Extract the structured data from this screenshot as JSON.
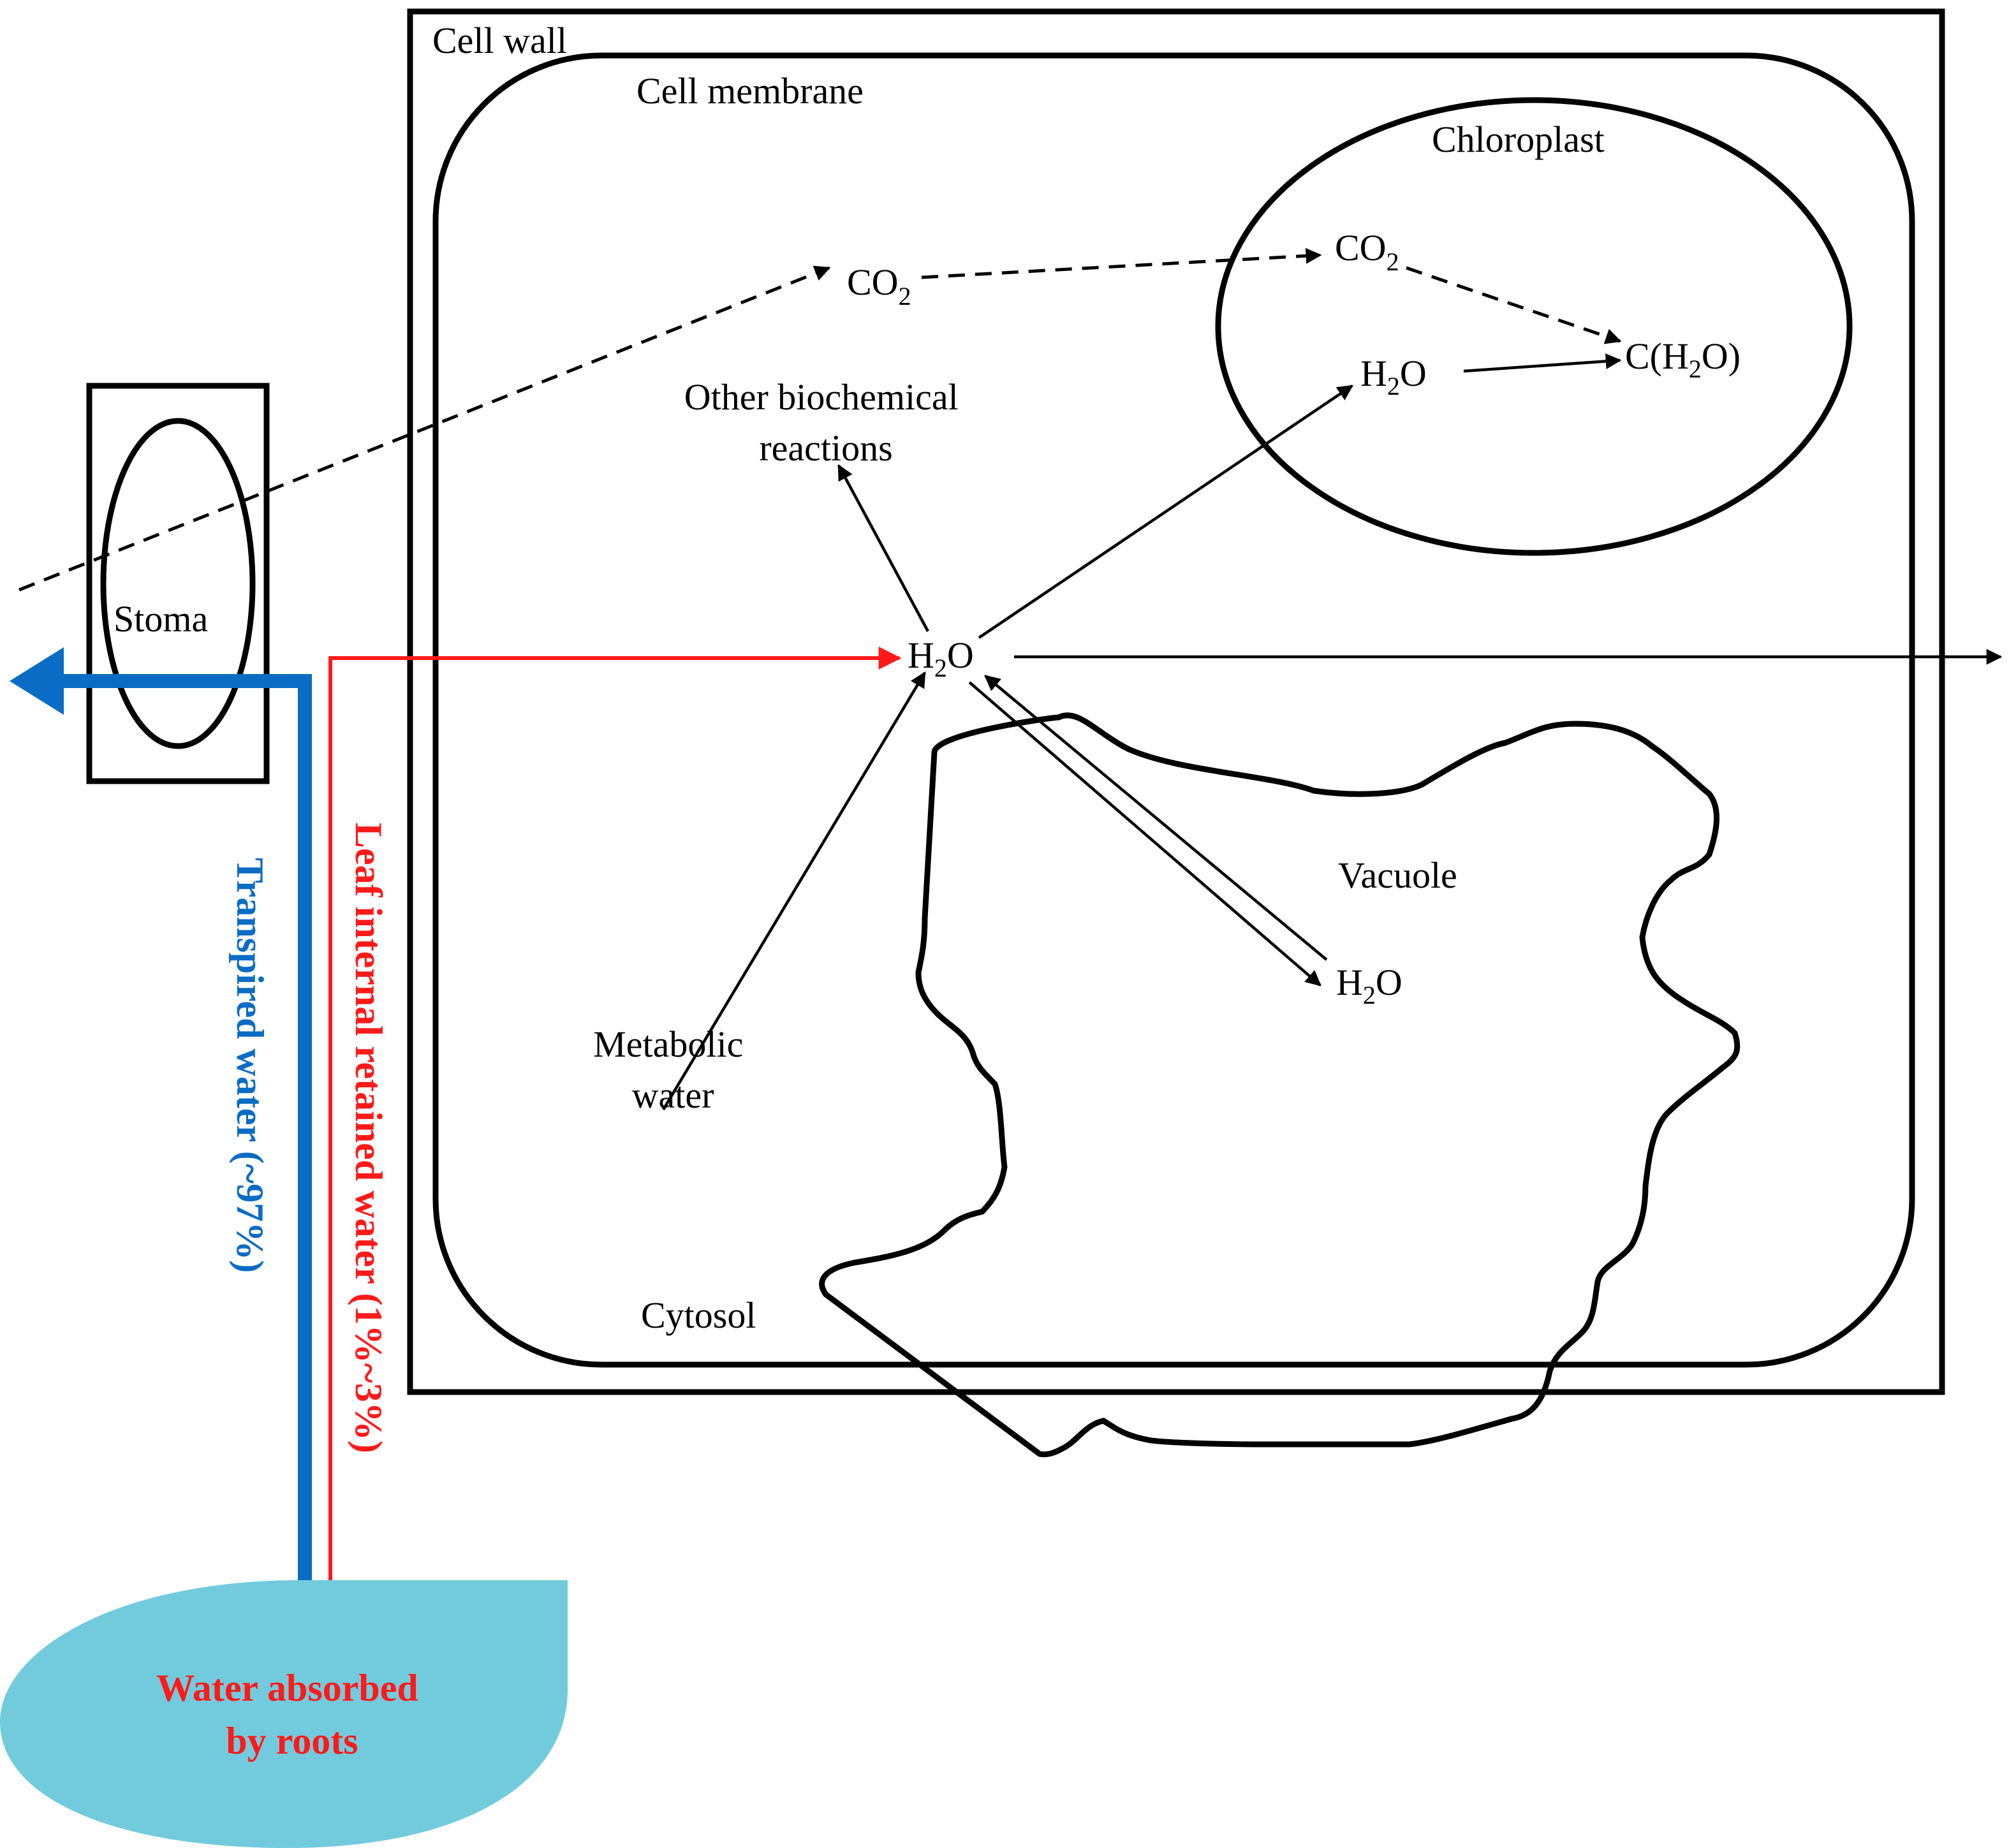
{
  "diagram": {
    "structures": {
      "cell_wall": "Cell wall",
      "cell_membrane": "Cell membrane",
      "chloroplast": "Chloroplast",
      "vacuole": "Vacuole",
      "cytosol": "Cytosol",
      "stoma": "Stoma"
    },
    "molecules": {
      "co2_cytosol": {
        "main": "CO",
        "sub": "2"
      },
      "co2_chloroplast": {
        "main": "CO",
        "sub": "2"
      },
      "h2o_chloroplast": {
        "pre": "H",
        "sub": "2",
        "post": "O"
      },
      "h2o_central": {
        "pre": "H",
        "sub": "2",
        "post": "O"
      },
      "h2o_vacuole": {
        "pre": "H",
        "sub": "2",
        "post": "O"
      },
      "carbohydrate": {
        "pre": "C(H",
        "sub": "2",
        "post": "O)"
      }
    },
    "process_labels": {
      "other_reactions_line1": "Other biochemical",
      "other_reactions_line2": "reactions",
      "metabolic_line1": "Metabolic",
      "metabolic_line2": "water"
    },
    "flows": {
      "transpired": "Transpired water (~97%)",
      "retained": "Leaf internal retained water (1%~3%)",
      "absorbed_line1": "Water absorbed",
      "absorbed_line2": "by roots"
    },
    "colors": {
      "transpired": "#0a6cc4",
      "retained": "#ff1a1a",
      "absorbed_fill": "#72cbdd",
      "absorbed_text": "#ff1a1a"
    }
  }
}
